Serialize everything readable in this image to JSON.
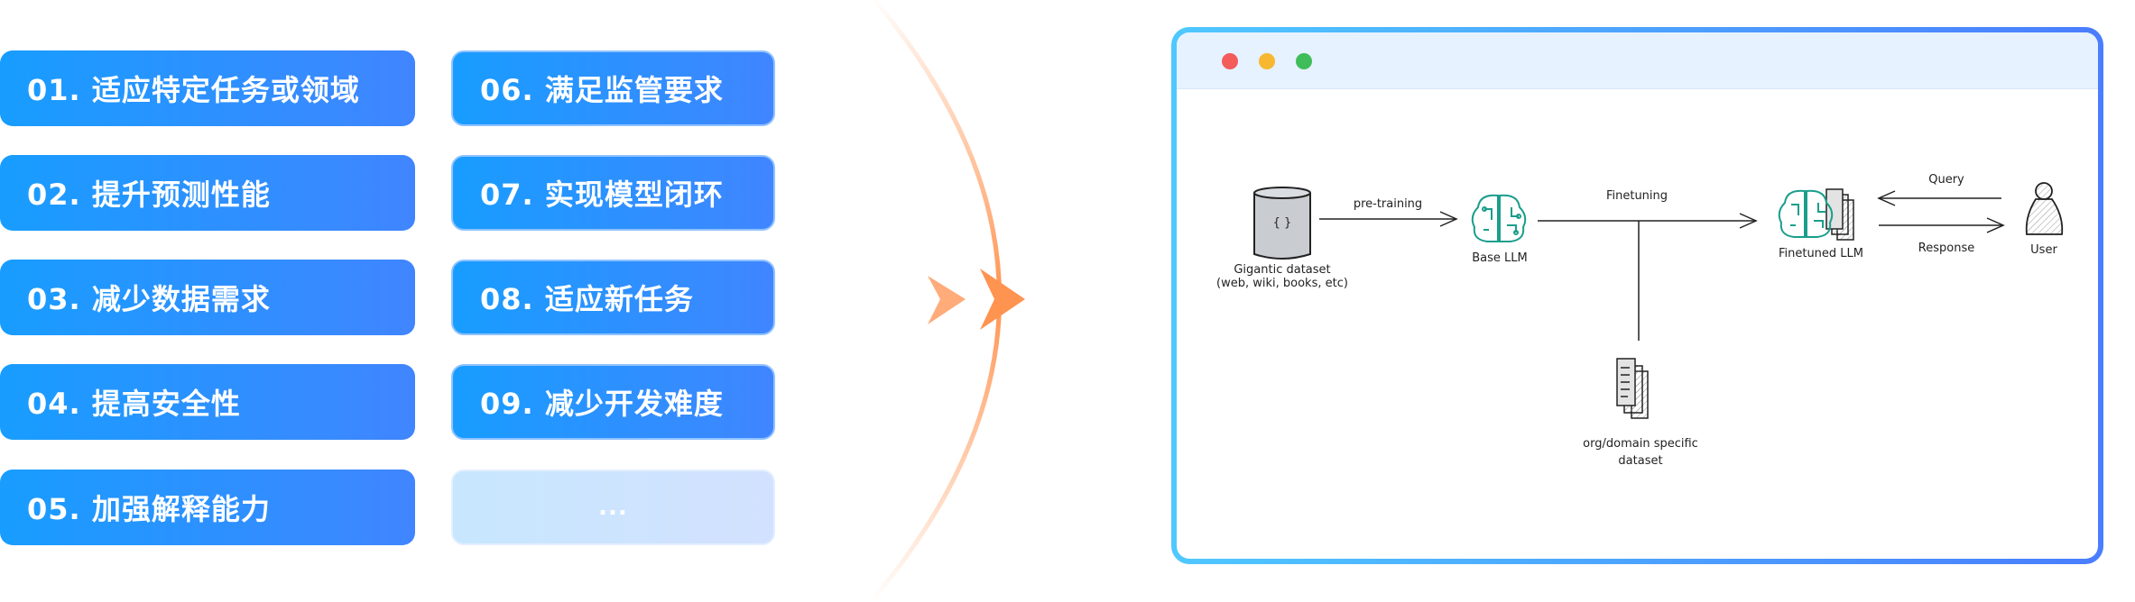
{
  "benefits_left": [
    {
      "label": "01. 适应特定任务或领域"
    },
    {
      "label": "02. 提升预测性能"
    },
    {
      "label": "03. 减少数据需求"
    },
    {
      "label": "04. 提高安全性"
    },
    {
      "label": "05. 加强解释能力"
    }
  ],
  "benefits_right": [
    {
      "label": "06. 满足监管要求"
    },
    {
      "label": "07. 实现模型闭环"
    },
    {
      "label": "08. 适应新任务"
    },
    {
      "label": "09. 减少开发难度"
    },
    {
      "label": "..."
    }
  ],
  "colors": {
    "accent_blue": "#1a9cff",
    "accent_orange": "#ff9350",
    "teal": "#1a9e8c"
  },
  "diagram": {
    "dataset_icon_text": "{ }",
    "dataset_label_1": "Gigantic dataset",
    "dataset_label_2": "(web, wiki, books, etc)",
    "pretraining_label": "pre-training",
    "base_llm_label": "Base LLM",
    "finetuning_label": "Finetuning",
    "domain_label_1": "org/domain specific",
    "domain_label_2": "dataset",
    "finetuned_llm_label": "Finetuned LLM",
    "query_label": "Query",
    "response_label": "Response",
    "user_label": "User"
  }
}
